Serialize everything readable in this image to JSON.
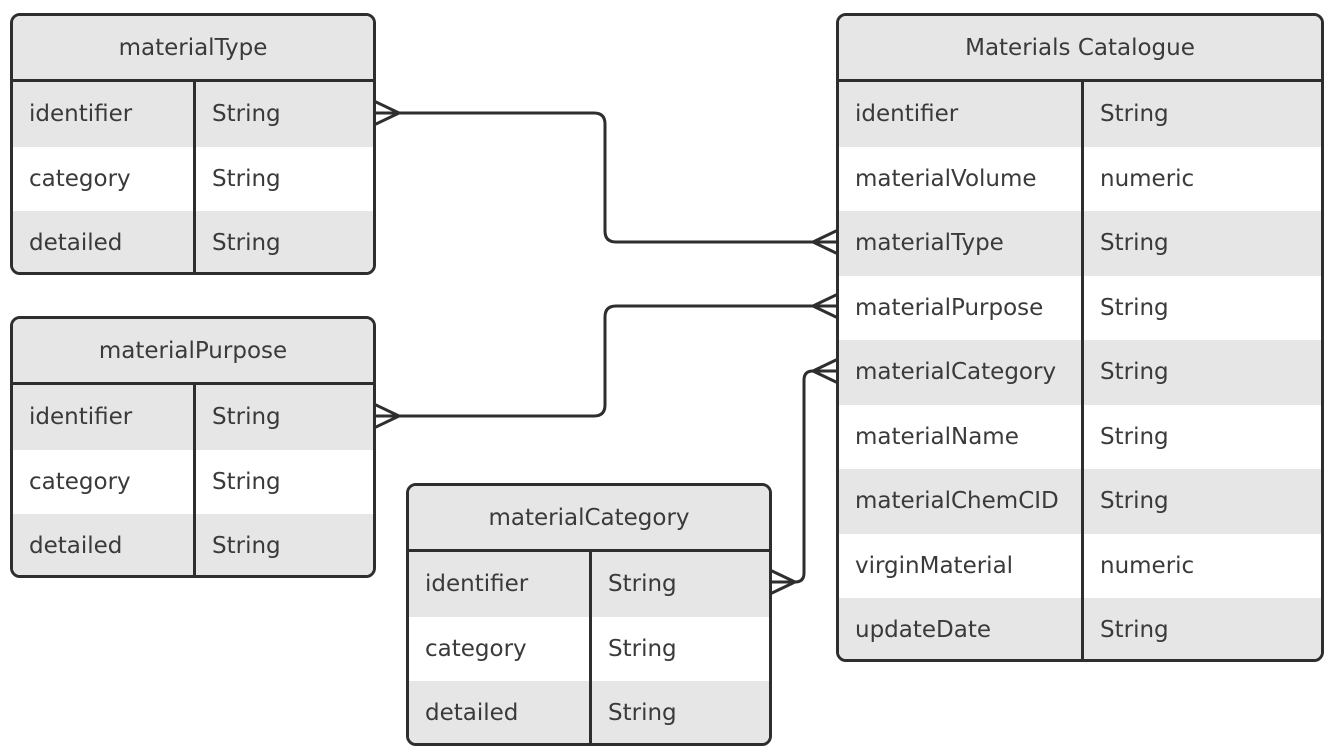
{
  "entities": {
    "materialType": {
      "title": "materialType",
      "rows": [
        {
          "name": "identifier",
          "type": "String"
        },
        {
          "name": "category",
          "type": "String"
        },
        {
          "name": "detailed",
          "type": "String"
        }
      ]
    },
    "materialPurpose": {
      "title": "materialPurpose",
      "rows": [
        {
          "name": "identifier",
          "type": "String"
        },
        {
          "name": "category",
          "type": "String"
        },
        {
          "name": "detailed",
          "type": "String"
        }
      ]
    },
    "materialCategory": {
      "title": "materialCategory",
      "rows": [
        {
          "name": "identifier",
          "type": "String"
        },
        {
          "name": "category",
          "type": "String"
        },
        {
          "name": "detailed",
          "type": "String"
        }
      ]
    },
    "catalogue": {
      "title": "Materials Catalogue",
      "rows": [
        {
          "name": "identifier",
          "type": "String"
        },
        {
          "name": "materialVolume",
          "type": "numeric"
        },
        {
          "name": "materialType",
          "type": "String"
        },
        {
          "name": "materialPurpose",
          "type": "String"
        },
        {
          "name": "materialCategory",
          "type": "String"
        },
        {
          "name": "materialName",
          "type": "String"
        },
        {
          "name": "materialChemCID",
          "type": "String"
        },
        {
          "name": "virginMaterial",
          "type": "numeric"
        },
        {
          "name": "updateDate",
          "type": "String"
        }
      ]
    }
  },
  "relationships": [
    {
      "from": "materialType.identifier",
      "to": "catalogue.materialType",
      "from_end": "many",
      "to_end": "many"
    },
    {
      "from": "materialPurpose.identifier",
      "to": "catalogue.materialPurpose",
      "from_end": "many",
      "to_end": "many"
    },
    {
      "from": "materialCategory.identifier",
      "to": "catalogue.materialCategory",
      "from_end": "many",
      "to_end": "many"
    }
  ],
  "colors": {
    "border": "#2e2e2e",
    "header_bg": "#e6e6e6",
    "stripe_bg": "#e6e6e6",
    "text": "#3a3a3a"
  }
}
